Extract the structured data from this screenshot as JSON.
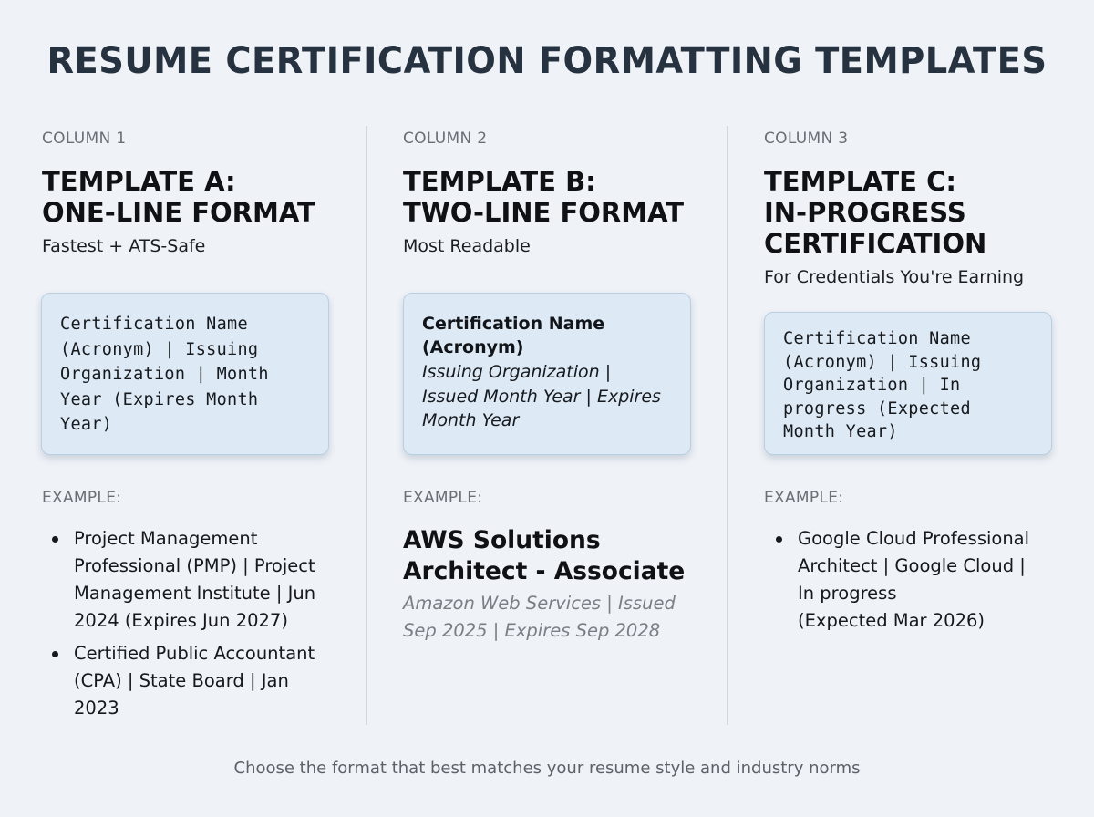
{
  "page": {
    "title": "RESUME CERTIFICATION FORMATTING TEMPLATES",
    "footer": "Choose the format that best matches your resume style and industry norms"
  },
  "colors": {
    "background": "#eff2f7",
    "title": "#26323f",
    "card_fill": "#dde9f4",
    "card_border": "#b9cfe2",
    "divider": "#d3d8df",
    "muted_label": "#6a6f76",
    "example_sub": "#7a7f86"
  },
  "columns": [
    {
      "label": "COLUMN 1",
      "heading_lines": [
        "TEMPLATE A:",
        "ONE-LINE FORMAT"
      ],
      "subtitle": "Fastest + ATS-Safe",
      "template_lines": [
        "Certification Name",
        "(Acronym) | Issuing",
        "Organization | Month",
        "Year (Expires Month",
        "Year)"
      ],
      "example_label": "EXAMPLE:",
      "examples": [
        {
          "lines": [
            "Project Management",
            "Professional (PMP) | Project",
            "Management Institute | Jun",
            "2024 (Expires Jun 2027)"
          ]
        },
        {
          "lines": [
            "Certified Public Accountant",
            "(CPA) | State Board | Jan",
            "2023"
          ]
        }
      ]
    },
    {
      "label": "COLUMN 2",
      "heading_lines": [
        "TEMPLATE B:",
        "TWO-LINE FORMAT"
      ],
      "subtitle": "Most Readable",
      "template_title_lines": [
        "Certification Name",
        "(Acronym)"
      ],
      "template_sub_lines": [
        "Issuing Organization |",
        "Issued Month Year | Expires",
        "Month Year"
      ],
      "example_label": "EXAMPLE:",
      "example_title_lines": [
        "AWS Solutions",
        "Architect - Associate"
      ],
      "example_sub_lines": [
        "Amazon Web Services | Issued",
        "Sep 2025 | Expires Sep 2028"
      ]
    },
    {
      "label": "COLUMN 3",
      "heading_lines": [
        "TEMPLATE C:",
        "IN-PROGRESS",
        "CERTIFICATION"
      ],
      "subtitle": "For Credentials You're Earning",
      "template_lines": [
        "Certification Name",
        "(Acronym) | Issuing",
        "Organization | In",
        "progress (Expected",
        "Month Year)"
      ],
      "example_label": "EXAMPLE:",
      "examples": [
        {
          "lines": [
            "Google Cloud Professional",
            "Architect | Google Cloud |",
            "In progress",
            "(Expected Mar 2026)"
          ]
        }
      ]
    }
  ]
}
